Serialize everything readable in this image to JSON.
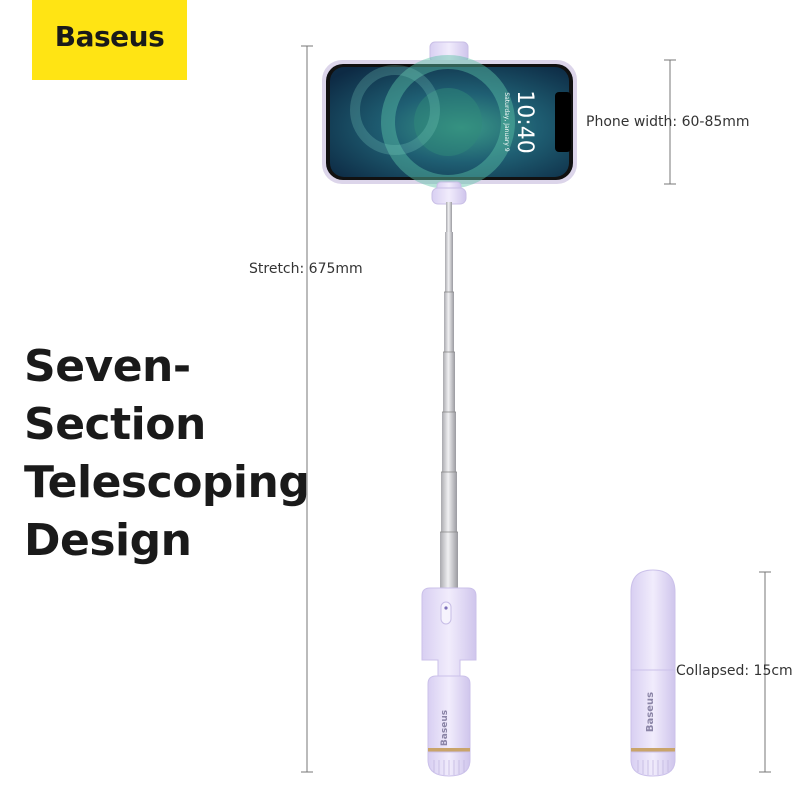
{
  "brand": {
    "logo": "Baseus",
    "color": "#ffe414"
  },
  "headline": {
    "lines": [
      "Seven-",
      "Section",
      "Telescoping",
      "Design"
    ]
  },
  "specs": {
    "stretch": "Stretch: 675mm",
    "phone_width": "Phone width: 60-85mm",
    "collapsed": "Collapsed: 15cm"
  },
  "phone_screen": {
    "time": "10:40",
    "date": "Saturday, January 9"
  },
  "product": {
    "brand_mark": "Baseus",
    "body_color": "#e4dcf7",
    "pole_color": "#c8c8cc"
  }
}
